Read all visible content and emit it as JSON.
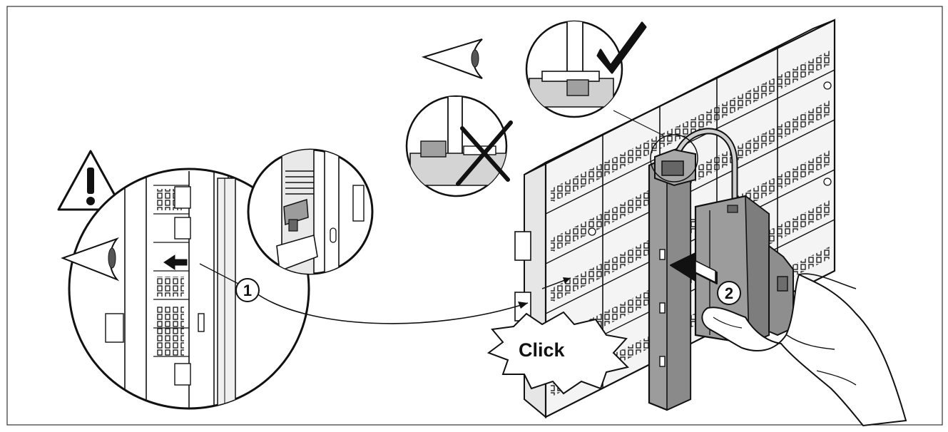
{
  "diagram": {
    "callouts": {
      "step_1": "1",
      "step_2": "2"
    },
    "click_label": "Click",
    "icons": {
      "warning": "warning-triangle-icon",
      "eye_left": "eye-icon",
      "eye_top": "eye-icon",
      "correct": "check-mark-icon",
      "incorrect": "x-mark-icon"
    },
    "colors": {
      "line": "#111111",
      "device_fill": "#9c9c9c",
      "device_dark": "#7d7d7d",
      "panel_fill": "#f4f4f4",
      "background": "#ffffff"
    }
  }
}
